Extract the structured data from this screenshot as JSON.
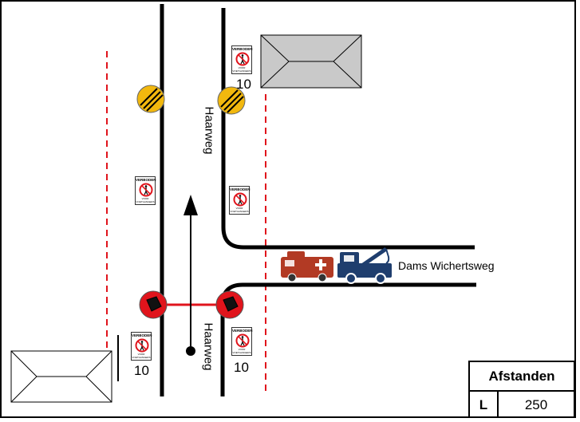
{
  "roads": {
    "north_label": "Haarweg",
    "south_label": "Haarweg",
    "east_label": "Dams Wichertsweg"
  },
  "signs": {
    "top_text": "VERBODEN",
    "bottom_text": "VOOR VOETGANGERS",
    "distance_top_right": "10",
    "distance_bottom_left": "10",
    "distance_bottom_right": "10"
  },
  "distances_table": {
    "title": "Afstanden",
    "key": "L",
    "value": "250"
  },
  "colors": {
    "dashed_line": "#e0141c",
    "stop_sign": "#e0141c",
    "yellow_sign": "#f2b80e",
    "building": "#c9c9c9",
    "ambulance": "#b23a24",
    "tow_truck": "#1f3e6e"
  }
}
